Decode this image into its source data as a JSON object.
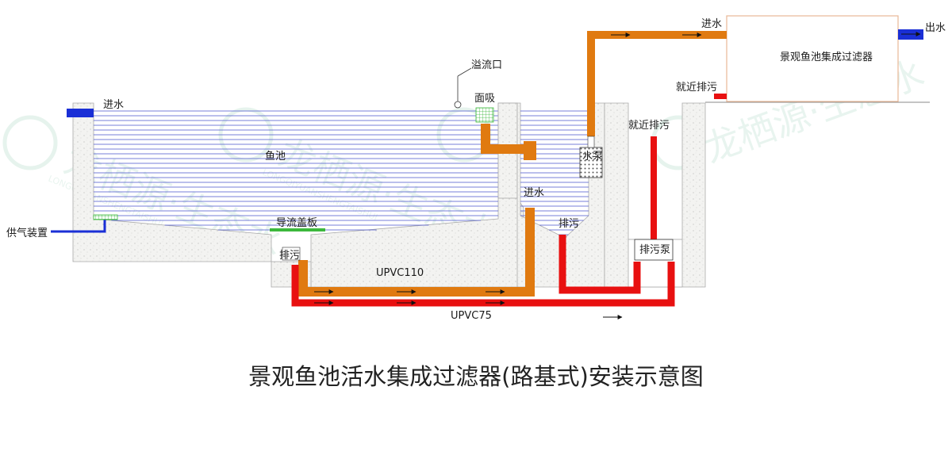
{
  "labels": {
    "inlet_top": "进水",
    "outlet": "出水",
    "filter": "景观鱼池集成过滤器",
    "drain_near_top": "就近排污",
    "drain_near_mid": "就近排污",
    "overflow": "溢流口",
    "skimmer": "面吸",
    "inlet_pond": "进水",
    "pond": "鱼池",
    "pump": "水泵",
    "inlet_mid": "进水",
    "drain_sump": "排污",
    "air_device": "供气装置",
    "guide_cover": "导流盖板",
    "drain_bottom": "排污",
    "drain_pump": "排污泵",
    "pipe_110": "UPVC110",
    "pipe_75": "UPVC75"
  },
  "watermark": {
    "cn": "龙栖源·生态水",
    "en": "LONGQIYUANSHENGTAISHUI"
  },
  "caption": "景观鱼池活水集成过滤器(路基式)安装示意图",
  "colors": {
    "water_line": "#4a55cc",
    "orange_pipe": "#e07a10",
    "red_pipe": "#e81010",
    "blue_pipe": "#1a2fd6",
    "concrete": "#f0f0ee",
    "filter_border": "#e8b896",
    "green_grid": "#3cb83c",
    "watermark": "#2e9c6a"
  }
}
